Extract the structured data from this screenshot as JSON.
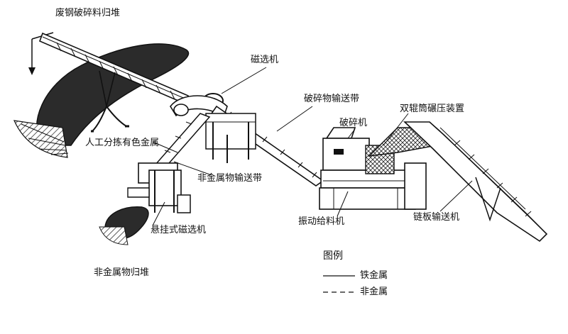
{
  "labels": {
    "scrap_pile": "废钢破碎料归堆",
    "magnetic_separator": "磁选机",
    "crushed_conveyor": "破碎物输送带",
    "crusher": "破碎机",
    "double_roller": "双辊筒碾压装置",
    "manual_sorting": "人工分拣有色金属",
    "nonmetal_conveyor": "非金属物输送带",
    "suspended_separator": "悬挂式磁选机",
    "vibrating_feeder": "振动给料机",
    "chain_conveyor": "链板输送机",
    "nonmetal_pile": "非金属物归堆"
  },
  "legend": {
    "title": "图例",
    "ferrous": "铁金属",
    "nonferrous": "非金属"
  }
}
